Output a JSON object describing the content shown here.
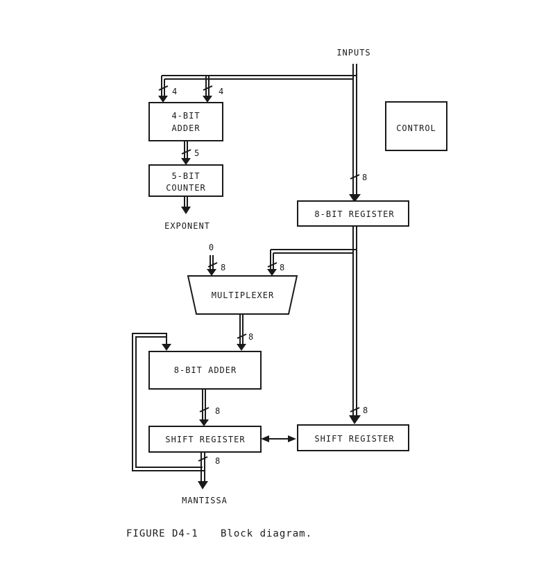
{
  "top": {
    "inputs": "INPUTS",
    "zero": "0",
    "exponent": "EXPONENT",
    "mantissa": "MANTISSA"
  },
  "blocks": {
    "adder4_l1": "4-BIT",
    "adder4_l2": "ADDER",
    "counter5_l1": "5-BIT",
    "counter5_l2": "COUNTER",
    "control": "CONTROL",
    "reg8": "8-BIT REGISTER",
    "mux": "MULTIPLEXER",
    "adder8": "8-BIT ADDER",
    "shift_left": "SHIFT REGISTER",
    "shift_right": "SHIFT REGISTER"
  },
  "widths": {
    "a": "4",
    "b": "4",
    "c": "5",
    "d": "8",
    "e": "8",
    "f": "8",
    "g": "8",
    "h": "8",
    "i": "8",
    "j": "8"
  },
  "caption": {
    "figure": "FIGURE D4-1",
    "text": "Block diagram."
  }
}
